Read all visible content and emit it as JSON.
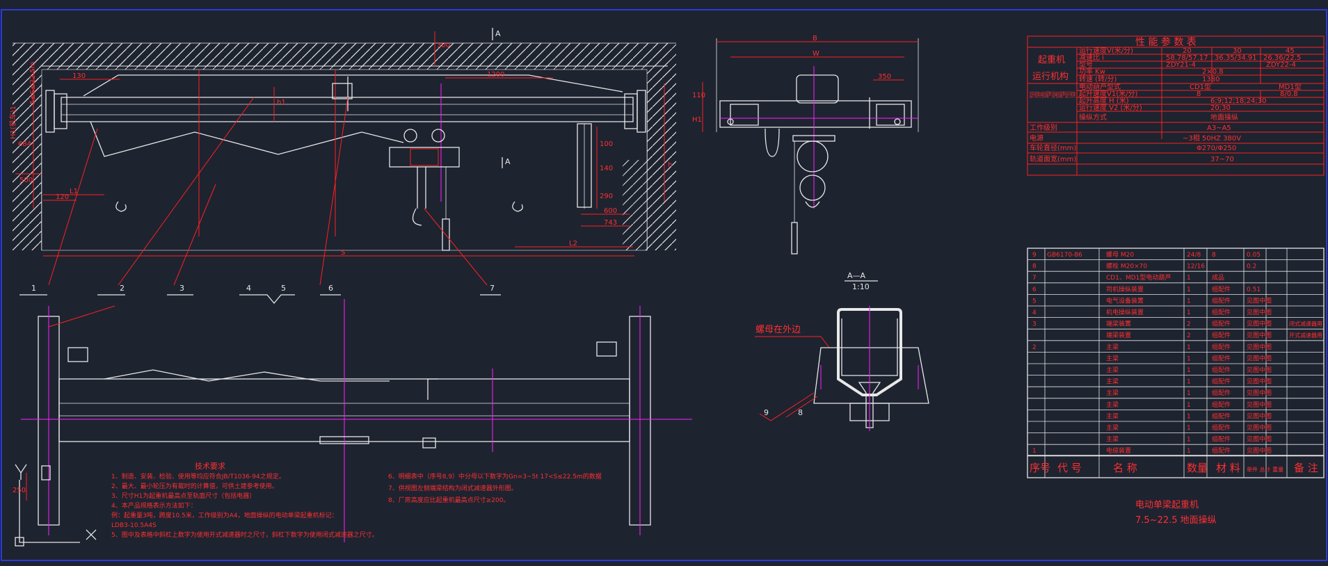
{
  "colors": {
    "background": "#1e2330",
    "line": "#e8e8e8",
    "dimension": "#ff2020",
    "center": "#ff20ff",
    "frame": "#2a3bd6"
  },
  "labels": {
    "section_a_top": "A",
    "section_a_mid": "A",
    "section_title": "A—A",
    "section_scale": "1:10",
    "nut_note": "螺母在外边",
    "left_vertical_1": "H1(机车)1",
    "left_vertical_2": "5≤S≤22.5m"
  },
  "dims": {
    "d130": "130",
    "d300": "300",
    "d1200": "1200",
    "d350": "350",
    "d110": "110",
    "dB": "B",
    "dW": "W",
    "dH1": "H1",
    "dh": "h",
    "dh1": "h1",
    "d120": "120",
    "dL1": "L1",
    "dL2": "L2",
    "dS": "S",
    "d600": "600",
    "d743": "743",
    "d100a": "100",
    "d140": "140",
    "d290": "290",
    "d684": "684",
    "d500": "500",
    "d250": "250"
  },
  "callouts": [
    "1",
    "2",
    "3",
    "4",
    "5",
    "6",
    "7"
  ],
  "section_callouts": [
    "9",
    "8"
  ],
  "tech_notes": {
    "title": "技术要求",
    "left": [
      "1、制造、安装、检验、使用等均应符合JB/T1036-94之规定。",
      "2、最大、最小轮压为有载时的计算值，可供土建参考使用。",
      "3、尺寸H1为起重机最高点至轨面尺寸（包括电器）",
      "4、本产品规格表示方法如下：",
      "   例：起重量3吨，跨度10.5米，工作级别为A4，地面操纵的电动单梁起重机标记：",
      "   LDB3-10.5A4S",
      "5、图中及表格中斜杠上数字为使用开式减速器时之尺寸，斜杠下数字为使用闭式减速器之尺寸。"
    ],
    "right": [
      "6、明细表中（序号8,9）中分母以下数字为Gn=3~5t  17<S≤22.5m的数据",
      "7、供视图左侧端梁结构为闭式减速器外形图。",
      "8、厂房高度应比起重机最高点尺寸≥200。"
    ]
  },
  "perf_table": {
    "title": "性 能 参 数 表",
    "group_crane": "起重机",
    "group_travel": "运行机构",
    "rows": [
      [
        "运行速度V(米/分)",
        "20",
        "30",
        "45"
      ],
      [
        "减速比  i",
        "58.78/57.17",
        "36.35/34.91",
        "26.36/22.5"
      ],
      [
        "型号",
        "ZDY21-4",
        "",
        "ZDY22-4"
      ],
      [
        "功率 Kw",
        "2×0.8",
        "",
        ""
      ],
      [
        "转速 (转/分)",
        "1380",
        "",
        ""
      ]
    ],
    "hoist_label": "起升机构(电动葫芦)及电动葫芦运行机构",
    "hoist_rows": [
      [
        "电动葫芦型式",
        "CD1型",
        "MD1型"
      ],
      [
        "起升速度V1(米/分)",
        "8",
        "8/0.8"
      ],
      [
        "起升高度 H (米)",
        "6;9;12;18;24;30",
        ""
      ],
      [
        "运行速度 V2 (米/分)",
        "20;30",
        ""
      ],
      [
        "操纵方式",
        "地面操纵",
        ""
      ]
    ],
    "work_level": [
      "工作级别",
      "A3~A5"
    ],
    "power": [
      "电源",
      "~3相   50HZ   380V"
    ],
    "wheel": [
      "车轮直径(mm)",
      "Φ270/Φ250"
    ],
    "rail": [
      "轨道面宽(mm)",
      "37~70"
    ]
  },
  "parts_table": {
    "rows": [
      [
        "9",
        "GB6170-86",
        "螺母  M20",
        "24/8",
        "8",
        "0.05",
        ""
      ],
      [
        "8",
        "",
        "螺栓  M20×70",
        "12/16",
        "",
        "0.2",
        ""
      ],
      [
        "7",
        "",
        "CD1、MD1型电动葫芦",
        "1",
        "成品",
        "",
        ""
      ],
      [
        "6",
        "",
        "司机操纵装置",
        "1",
        "组配件",
        "0.51",
        ""
      ],
      [
        "5",
        "",
        "电气设备装置",
        "1",
        "组配件",
        "见图中图",
        ""
      ],
      [
        "4",
        "",
        "机电操纵装置",
        "1",
        "组配件",
        "见图中图",
        ""
      ],
      [
        "3",
        "",
        "端梁装置",
        "2",
        "组配件",
        "见图中图",
        "闭式减速器用"
      ],
      [
        "",
        "",
        "端梁装置",
        "2",
        "组配件",
        "见图中图",
        "开式减速器用"
      ],
      [
        "2",
        "",
        "主梁",
        "1",
        "组配件",
        "见图中图",
        ""
      ],
      [
        "",
        "",
        "主梁",
        "1",
        "组配件",
        "见图中图",
        ""
      ],
      [
        "",
        "",
        "主梁",
        "1",
        "组配件",
        "见图中图",
        ""
      ],
      [
        "",
        "",
        "主梁",
        "1",
        "组配件",
        "见图中图",
        ""
      ],
      [
        "",
        "",
        "主梁",
        "1",
        "组配件",
        "见图中图",
        ""
      ],
      [
        "",
        "",
        "主梁",
        "1",
        "组配件",
        "见图中图",
        ""
      ],
      [
        "",
        "",
        "主梁",
        "1",
        "组配件",
        "见图中图",
        ""
      ],
      [
        "",
        "",
        "主梁",
        "1",
        "组配件",
        "见图中图",
        ""
      ],
      [
        "",
        "",
        "主梁",
        "1",
        "组配件",
        "见图中图",
        ""
      ],
      [
        "1",
        "",
        "电缆装置",
        "1",
        "组配件",
        "见图中图",
        ""
      ]
    ],
    "header": [
      "序号",
      "代  号",
      "名    称",
      "数量",
      "材  料",
      "单件 总计 重量",
      "备 注"
    ]
  },
  "title_block": {
    "line1": "电动单梁起重机",
    "line2": "7.5~22.5   地面操纵"
  }
}
